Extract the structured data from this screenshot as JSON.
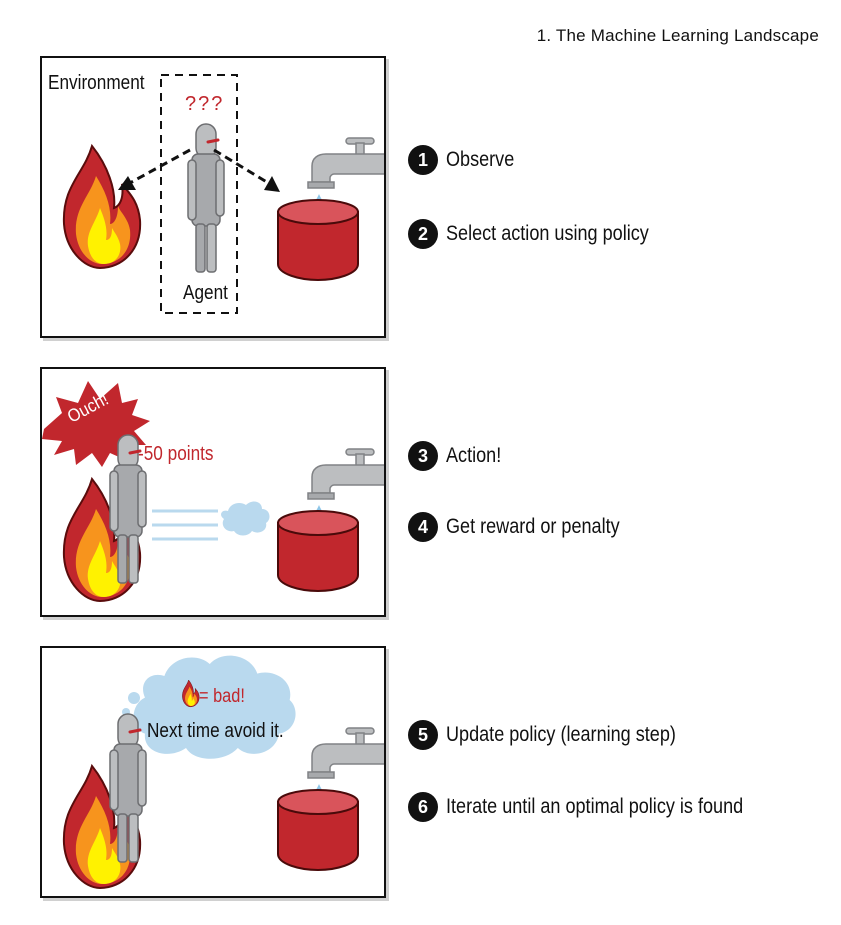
{
  "header": {
    "title": "1. The Machine Learning Landscape"
  },
  "colors": {
    "red": "#c1272d",
    "flame_red": "#c1272d",
    "flame_orange": "#f7941d",
    "flame_yellow": "#fff200",
    "robot_grey": "#a7a9ac",
    "cloud_blue": "#b9d9ee",
    "water_blue": "#8ec6e8",
    "faucet_grey": "#bcbec0"
  },
  "icons": [
    "fire-icon",
    "robot-agent-icon",
    "faucet-icon",
    "bucket-icon",
    "cloud-icon",
    "burst-icon"
  ],
  "panel1": {
    "environment_label": "Environment",
    "question_marks": "???",
    "agent_label": "Agent"
  },
  "panel2": {
    "ouch_label": "Ouch!",
    "points_label": "-50 points"
  },
  "panel3": {
    "bad_label": "= bad!",
    "avoid_label": "Next time avoid it."
  },
  "steps": [
    {
      "number": "1",
      "label": "Observe"
    },
    {
      "number": "2",
      "label": "Select action using policy"
    },
    {
      "number": "3",
      "label": "Action!"
    },
    {
      "number": "4",
      "label": "Get reward or penalty"
    },
    {
      "number": "5",
      "label": "Update policy (learning step)"
    },
    {
      "number": "6",
      "label": "Iterate until an optimal policy is found"
    }
  ]
}
